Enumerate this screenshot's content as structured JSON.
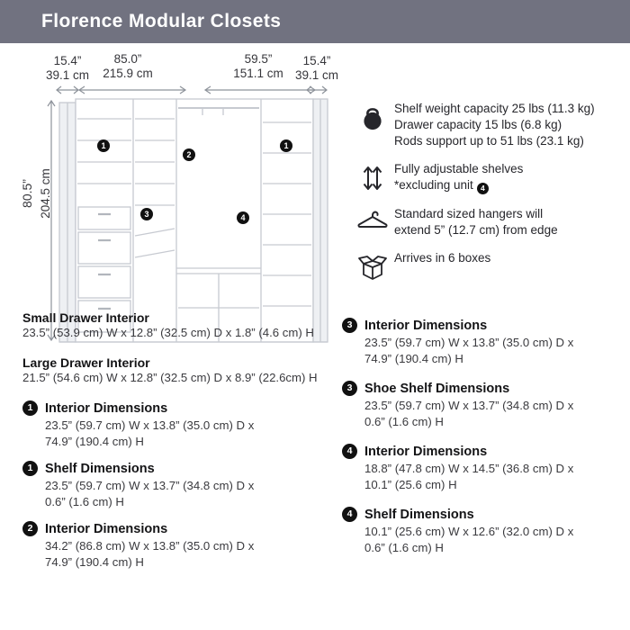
{
  "header": {
    "title": "Florence Modular Closets"
  },
  "colors": {
    "header_bg": "#717280",
    "badge": "#111111",
    "closet_line": "#c7cad1",
    "dim_line": "#8e939b",
    "text": "#2c2c31"
  },
  "diagram": {
    "top_dims": [
      {
        "in": "15.4”",
        "cm": "39.1 cm"
      },
      {
        "in": "85.0”",
        "cm": "215.9 cm"
      },
      {
        "in": "59.5”",
        "cm": "151.1 cm"
      },
      {
        "in": "15.4”",
        "cm": "39.1 cm"
      }
    ],
    "height_dim": {
      "in": "80.5”",
      "cm": "204.5 cm"
    },
    "badges": {
      "unit1": "1",
      "unit2": "2",
      "unit3": "3",
      "unit4": "4"
    }
  },
  "features": [
    {
      "icon": "kettlebell-icon",
      "lines": [
        "Shelf weight capacity 25 lbs (11.3 kg)",
        "Drawer capacity 15 lbs (6.8 kg)",
        "Rods support up to 51 lbs (23.1 kg)"
      ]
    },
    {
      "icon": "adjustable-shelves-icon",
      "lines": [
        "Fully adjustable shelves",
        "*excluding unit"
      ],
      "badge": "4"
    },
    {
      "icon": "hanger-icon",
      "lines": [
        "Standard sized hangers will",
        "extend 5” (12.7 cm) from edge"
      ]
    },
    {
      "icon": "open-box-icon",
      "lines": [
        "Arrives in 6 boxes"
      ]
    }
  ],
  "specs": {
    "left": [
      {
        "title": "Small Drawer Interior",
        "dims": [
          "23.5” (53.9 cm) W x 12.8” (32.5 cm) D x 1.8” (4.6 cm) H"
        ]
      },
      {
        "title": "Large Drawer Interior",
        "dims": [
          "21.5” (54.6 cm) W x 12.8” (32.5 cm) D x 8.9” (22.6cm) H"
        ]
      },
      {
        "badge": "1",
        "title": "Interior Dimensions",
        "dims": [
          "23.5” (59.7 cm) W x 13.8” (35.0 cm) D x",
          "74.9” (190.4 cm) H"
        ]
      },
      {
        "badge": "1",
        "title": "Shelf Dimensions",
        "dims": [
          "23.5” (59.7 cm) W x 13.7” (34.8 cm) D x",
          "0.6” (1.6 cm) H"
        ]
      },
      {
        "badge": "2",
        "title": "Interior Dimensions",
        "dims": [
          "34.2” (86.8 cm) W x 13.8” (35.0 cm) D x",
          "74.9” (190.4 cm) H"
        ]
      }
    ],
    "right": [
      {
        "badge": "3",
        "title": "Interior Dimensions",
        "dims": [
          "23.5” (59.7 cm) W x 13.8” (35.0 cm) D x",
          "74.9” (190.4 cm) H"
        ]
      },
      {
        "badge": "3",
        "title": "Shoe Shelf Dimensions",
        "dims": [
          "23.5” (59.7 cm) W x 13.7” (34.8 cm) D x",
          "0.6” (1.6 cm) H"
        ]
      },
      {
        "badge": "4",
        "title": "Interior Dimensions",
        "dims": [
          "18.8” (47.8 cm) W x 14.5” (36.8 cm) D x",
          "10.1” (25.6 cm) H"
        ]
      },
      {
        "badge": "4",
        "title": "Shelf Dimensions",
        "dims": [
          "10.1” (25.6 cm) W x 12.6” (32.0 cm) D x",
          "0.6” (1.6 cm) H"
        ]
      }
    ]
  }
}
